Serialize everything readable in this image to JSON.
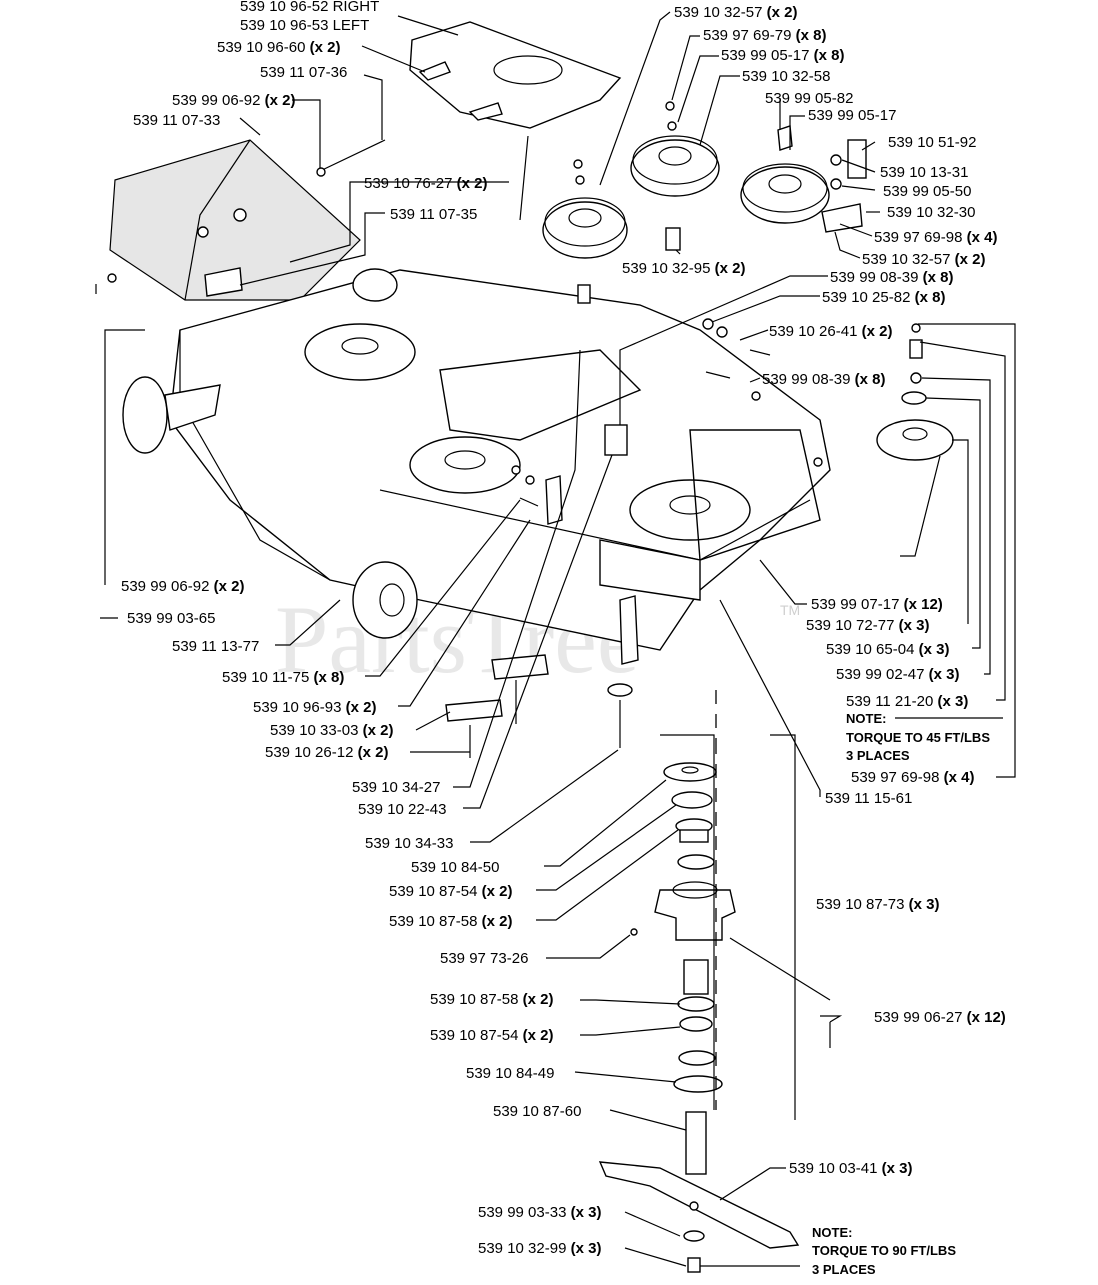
{
  "watermark": "PartsTree",
  "watermark_mark": "TM",
  "labels": [
    {
      "pn": "539 10 96-52 RIGHT",
      "qty": ""
    },
    {
      "pn": "539 10 96-53 LEFT",
      "qty": ""
    },
    {
      "pn": "539 10 96-60",
      "qty": "(x 2)"
    },
    {
      "pn": "539 11 07-36",
      "qty": ""
    },
    {
      "pn": "539 99 06-92",
      "qty": "(x 2)"
    },
    {
      "pn": "539 11 07-33",
      "qty": ""
    },
    {
      "pn": "539 10 76-27",
      "qty": "(x 2)"
    },
    {
      "pn": "539 11 07-35",
      "qty": ""
    },
    {
      "pn": "539 10 32-57",
      "qty": "(x 2)"
    },
    {
      "pn": "539 97 69-79",
      "qty": "(x 8)"
    },
    {
      "pn": "539 99 05-17",
      "qty": "(x 8)"
    },
    {
      "pn": "539 10 32-58",
      "qty": ""
    },
    {
      "pn": "539 99 05-82",
      "qty": ""
    },
    {
      "pn": "539 99 05-17",
      "qty": ""
    },
    {
      "pn": "539 10 51-92",
      "qty": ""
    },
    {
      "pn": "539 10 13-31",
      "qty": ""
    },
    {
      "pn": "539 99 05-50",
      "qty": ""
    },
    {
      "pn": "539 10 32-30",
      "qty": ""
    },
    {
      "pn": "539 97 69-98",
      "qty": "(x 4)"
    },
    {
      "pn": "539 10 32-57",
      "qty": "(x 2)"
    },
    {
      "pn": "539 10 32-95",
      "qty": "(x 2)"
    },
    {
      "pn": "539 99 08-39",
      "qty": "(x 8)"
    },
    {
      "pn": "539 10 25-82",
      "qty": "(x 8)"
    },
    {
      "pn": "539 10 26-41",
      "qty": "(x 2)"
    },
    {
      "pn": "539 99 08-39",
      "qty": "(x 8)"
    },
    {
      "pn": "539 99 06-92",
      "qty": "(x 2)"
    },
    {
      "pn": "539 99 03-65",
      "qty": ""
    },
    {
      "pn": "539 11 13-77",
      "qty": ""
    },
    {
      "pn": "539 10 11-75",
      "qty": "(x 8)"
    },
    {
      "pn": "539 10 96-93",
      "qty": "(x 2)"
    },
    {
      "pn": "539 10 33-03",
      "qty": "(x 2)"
    },
    {
      "pn": "539 10 26-12",
      "qty": "(x 2)"
    },
    {
      "pn": "539 99 07-17",
      "qty": "(x 12)"
    },
    {
      "pn": "539 10 72-77",
      "qty": "(x 3)"
    },
    {
      "pn": "539 10 65-04",
      "qty": "(x 3)"
    },
    {
      "pn": "539 99 02-47",
      "qty": "(x 3)"
    },
    {
      "pn": "539 11 21-20",
      "qty": "(x 3)"
    },
    {
      "pn": "539 97 69-98",
      "qty": "(x 4)"
    },
    {
      "pn": "539 11 15-61",
      "qty": ""
    },
    {
      "pn": "539 10 34-27",
      "qty": ""
    },
    {
      "pn": "539 10 22-43",
      "qty": ""
    },
    {
      "pn": "539 10 34-33",
      "qty": ""
    },
    {
      "pn": "539 10 84-50",
      "qty": ""
    },
    {
      "pn": "539 10 87-54",
      "qty": "(x 2)"
    },
    {
      "pn": "539 10 87-58",
      "qty": "(x 2)"
    },
    {
      "pn": "539 10 87-73",
      "qty": "(x 3)"
    },
    {
      "pn": "539 97 73-26",
      "qty": ""
    },
    {
      "pn": "539 10 87-58",
      "qty": "(x 2)"
    },
    {
      "pn": "539 10 87-54",
      "qty": "(x 2)"
    },
    {
      "pn": "539 99 06-27",
      "qty": "(x 12)"
    },
    {
      "pn": "539 10 84-49",
      "qty": ""
    },
    {
      "pn": "539 10 87-60",
      "qty": ""
    },
    {
      "pn": "539 10 03-41",
      "qty": "(x 3)"
    },
    {
      "pn": "539 99 03-33",
      "qty": "(x 3)"
    },
    {
      "pn": "539 10 32-99",
      "qty": "(x 3)"
    }
  ],
  "notes": [
    {
      "lines": [
        "NOTE:",
        "TORQUE TO 45 FT/LBS",
        "3 PLACES"
      ]
    },
    {
      "lines": [
        "NOTE:",
        "TORQUE TO 90 FT/LBS",
        "3 PLACES"
      ]
    }
  ]
}
